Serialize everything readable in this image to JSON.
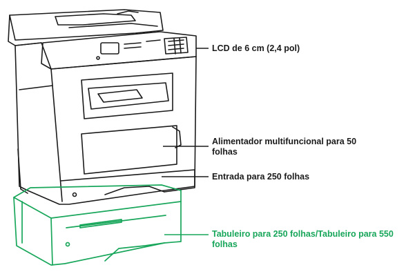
{
  "callouts": {
    "lcd": "LCD de 6 cm (2,4 pol)",
    "feeder": "Alimentador multifuncional para 50 folhas",
    "input": "Entrada para 250 folhas",
    "tray": "Tabuleiro para 250 folhas/Tabuleiro para 550 folhas"
  },
  "colors": {
    "line": "#1a1a1a",
    "accent": "#17a65a",
    "body": "#ffffff"
  }
}
